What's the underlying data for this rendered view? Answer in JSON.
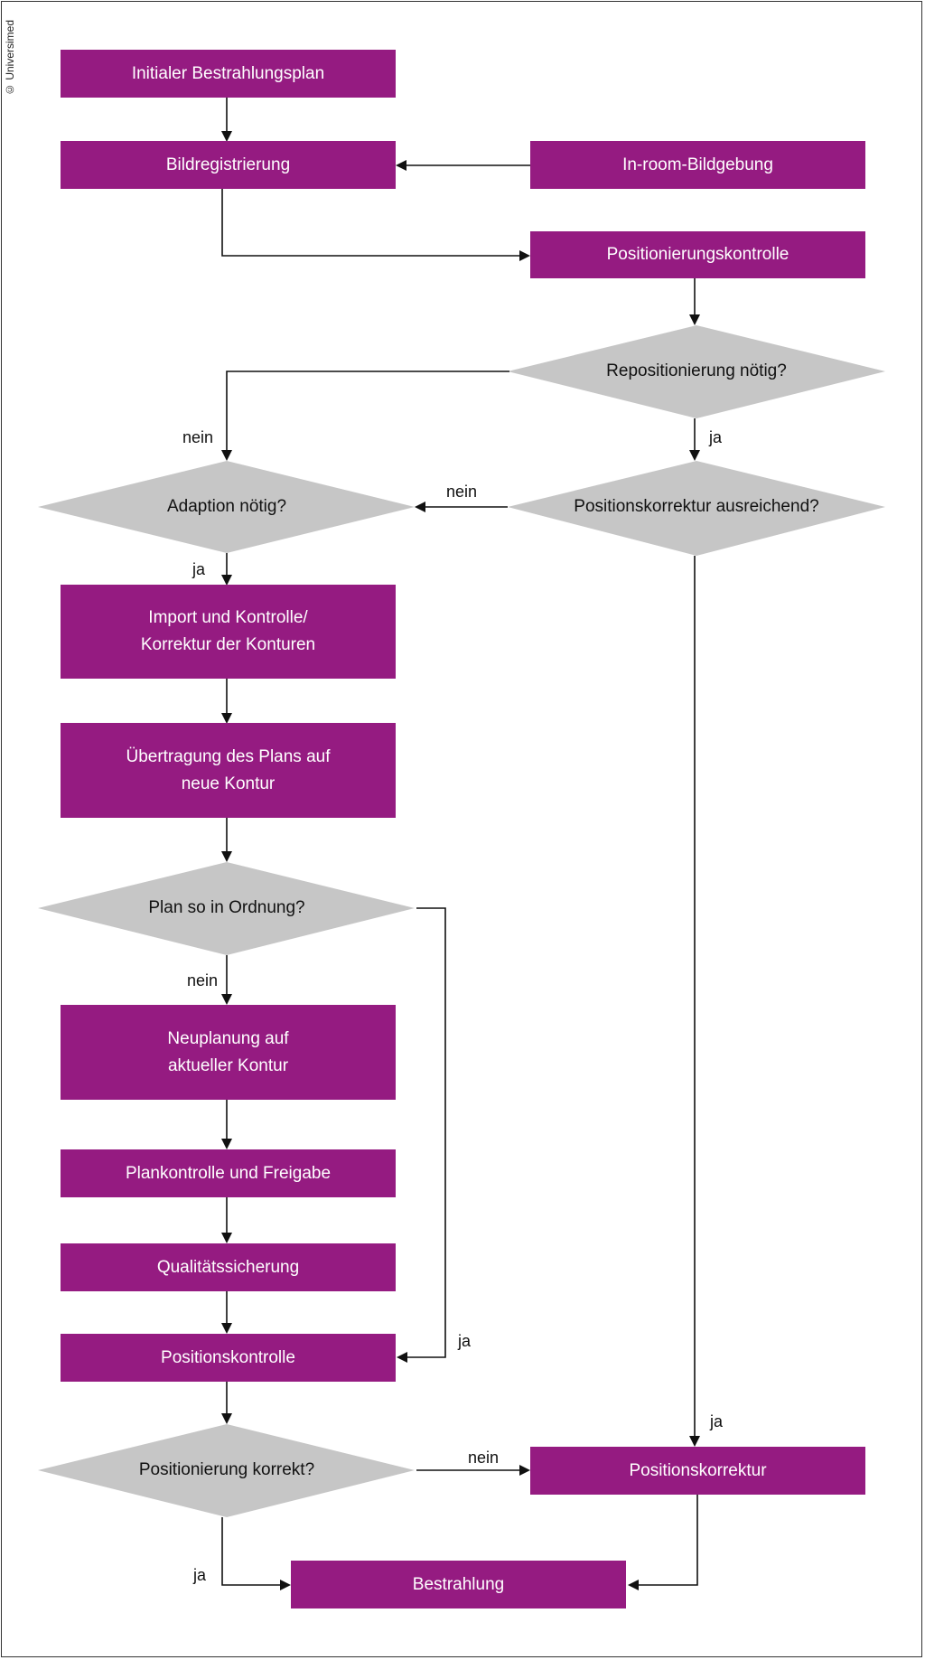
{
  "colors": {
    "box": "#951b81",
    "diamond": "#c6c6c6",
    "line": "#111111",
    "box_text": "#ffffff"
  },
  "copyright": "© Universimed",
  "boxes": {
    "initial_plan": "Initialer Bestrahlungsplan",
    "image_registration": "Bildregistrierung",
    "in_room_imaging": "In-room-Bildgebung",
    "positioning_control": "Positionierungskontrolle",
    "import_contours": "Import und Kontrolle/\nKorrektur der Konturen",
    "plan_transfer": "Übertragung des Plans auf\nneue Kontur",
    "replanning": "Neuplanung auf\naktueller Kontur",
    "plan_approval": "Plankontrolle und Freigabe",
    "quality_assurance": "Qualitätssicherung",
    "position_control": "Positionskontrolle",
    "position_correction": "Positionskorrektur",
    "irradiation": "Bestrahlung"
  },
  "decisions": {
    "repositioning_needed": "Repositionierung nötig?",
    "adaption_needed": "Adaption nötig?",
    "correction_sufficient": "Positionskorrektur ausreichend?",
    "plan_ok": "Plan so in Ordnung?",
    "positioning_correct": "Positionierung korrekt?"
  },
  "edge_labels": {
    "repositioning_no": "nein",
    "repositioning_yes": "ja",
    "correction_no": "nein",
    "adaption_yes": "ja",
    "plan_ok_no": "nein",
    "plan_ok_yes": "ja",
    "correction_yes": "ja",
    "positioning_no": "nein",
    "positioning_yes": "ja"
  }
}
